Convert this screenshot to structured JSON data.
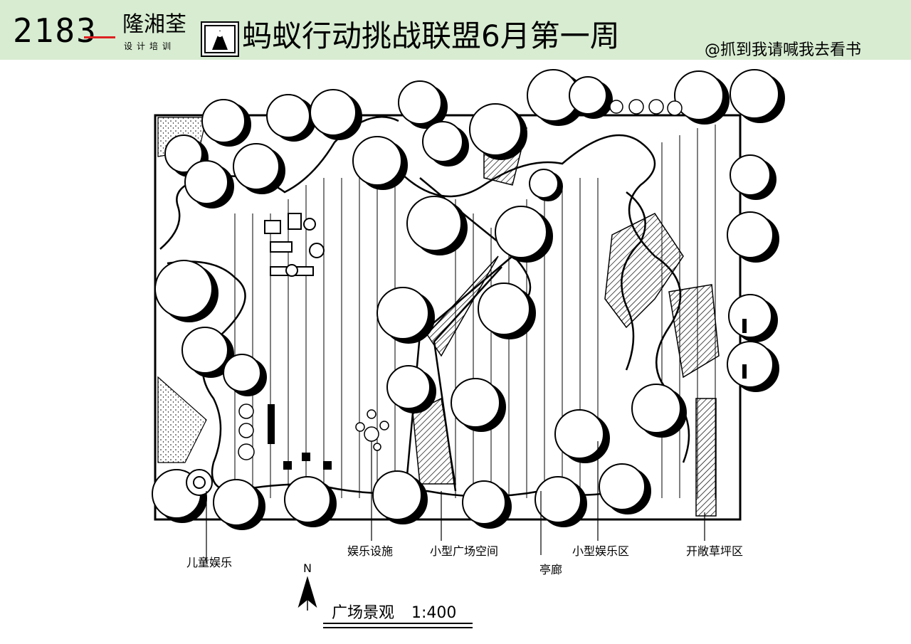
{
  "header": {
    "logo_number": "2183",
    "brand": "隆湘荃",
    "brand_sub": "设计培训",
    "title": "蚂蚁行动挑战联盟6月第一周",
    "credit": "@抓到我请喊我去看书"
  },
  "plan": {
    "labels": {
      "children_play": "儿童娱乐",
      "fitness": "娱乐设施",
      "small_plaza": "小型广场空间",
      "pavilion": "亭廊",
      "small_play": "小型娱乐区",
      "open_lawn": "开敞草坪区"
    },
    "north": "N",
    "title": "广场景观",
    "scale": "1:400"
  },
  "colors": {
    "banner": "#d7ecd1",
    "accent": "#d22222",
    "ink": "#000000"
  }
}
